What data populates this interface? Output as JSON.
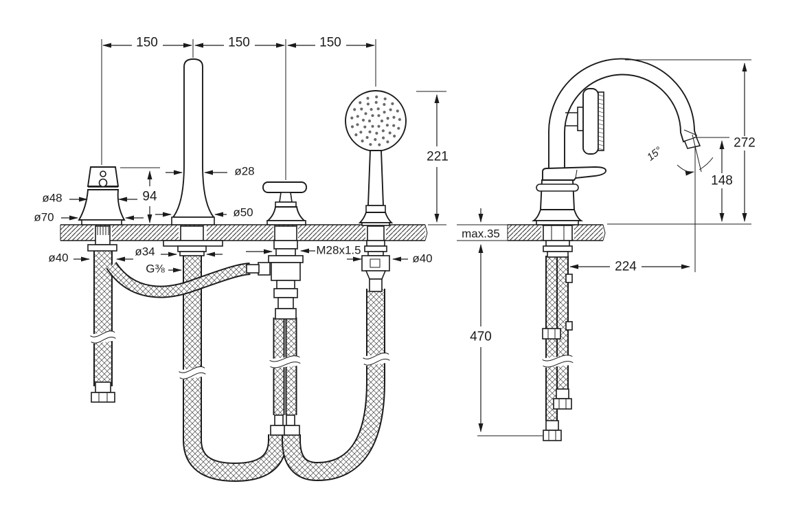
{
  "front": {
    "spacing": [
      "150",
      "150",
      "150"
    ],
    "handle_height": "94",
    "handle_dia": "ø48",
    "base_dia": "ø70",
    "supply_hose_dia": "ø40",
    "spout_dia": "ø28",
    "spout_base_dia": "ø50",
    "spout_shank_dia": "ø34",
    "supply_thread": "G⅜",
    "diverter_thread": "M28x1.5",
    "shower_shank_dia": "ø40",
    "shower_height": "221"
  },
  "side": {
    "total_height": "272",
    "outlet_height": "148",
    "outlet_angle": "15°",
    "deck_thickness": "max.35",
    "spout_reach": "224",
    "hose_length": "470"
  }
}
